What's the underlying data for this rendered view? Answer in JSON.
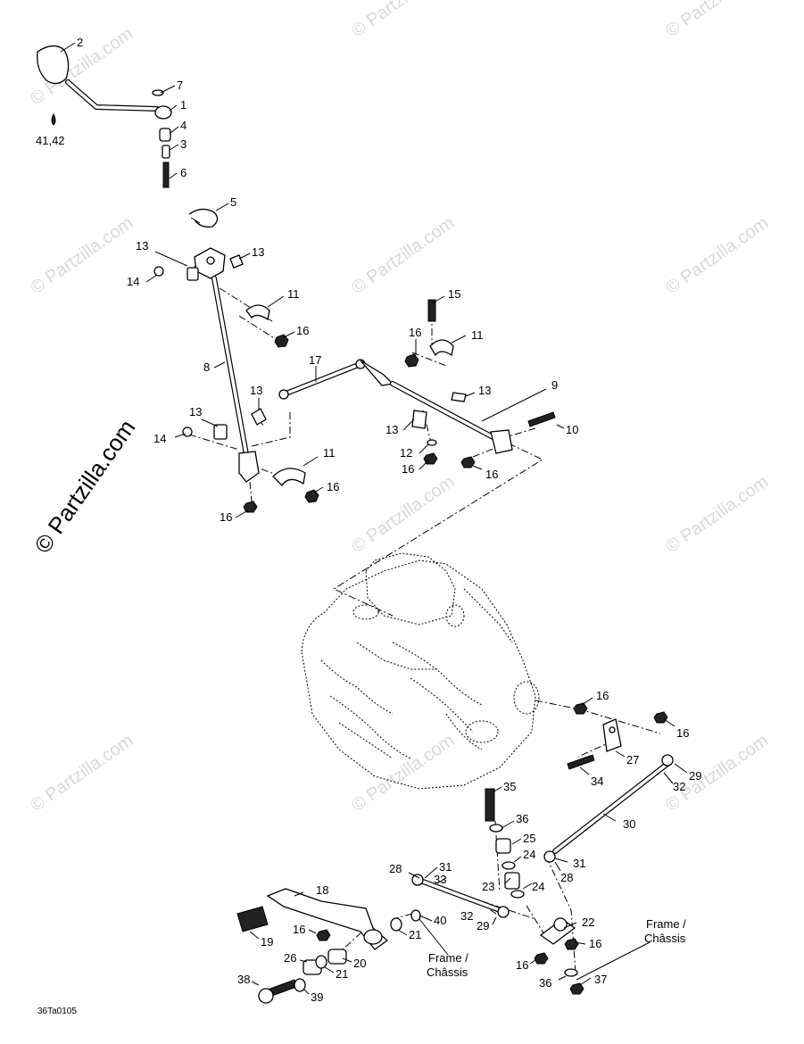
{
  "watermark": {
    "text": "© Partzilla.com",
    "corner_text": "© Partzilla.com"
  },
  "diagram_code": "36Ta0105",
  "frame_label": {
    "line1": "Frame /",
    "line2": "Châssis"
  },
  "callouts": [
    {
      "id": "c2",
      "text": "2"
    },
    {
      "id": "c7",
      "text": "7"
    },
    {
      "id": "c1",
      "text": "1"
    },
    {
      "id": "c4",
      "text": "4"
    },
    {
      "id": "c3",
      "text": "3"
    },
    {
      "id": "c4142",
      "text": "41,42"
    },
    {
      "id": "c6",
      "text": "6"
    },
    {
      "id": "c5",
      "text": "5"
    },
    {
      "id": "c13a",
      "text": "13"
    },
    {
      "id": "c13b",
      "text": "13"
    },
    {
      "id": "c14a",
      "text": "14"
    },
    {
      "id": "c11a",
      "text": "11"
    },
    {
      "id": "c16a",
      "text": "16"
    },
    {
      "id": "c15",
      "text": "15"
    },
    {
      "id": "c16b",
      "text": "16"
    },
    {
      "id": "c11b",
      "text": "11"
    },
    {
      "id": "c8",
      "text": "8"
    },
    {
      "id": "c17",
      "text": "17"
    },
    {
      "id": "c13c",
      "text": "13"
    },
    {
      "id": "c9",
      "text": "9"
    },
    {
      "id": "c13d",
      "text": "13"
    },
    {
      "id": "c13e",
      "text": "13"
    },
    {
      "id": "c13f",
      "text": "13"
    },
    {
      "id": "c10",
      "text": "10"
    },
    {
      "id": "c14b",
      "text": "14"
    },
    {
      "id": "c11c",
      "text": "11"
    },
    {
      "id": "c12",
      "text": "12"
    },
    {
      "id": "c16c",
      "text": "16"
    },
    {
      "id": "c16d",
      "text": "16"
    },
    {
      "id": "c16e",
      "text": "16"
    },
    {
      "id": "c16f",
      "text": "16"
    },
    {
      "id": "c16g",
      "text": "16"
    },
    {
      "id": "c16h",
      "text": "16"
    },
    {
      "id": "c27",
      "text": "27"
    },
    {
      "id": "c29a",
      "text": "29"
    },
    {
      "id": "c34",
      "text": "34"
    },
    {
      "id": "c32a",
      "text": "32"
    },
    {
      "id": "c35",
      "text": "35"
    },
    {
      "id": "c30",
      "text": "30"
    },
    {
      "id": "c36a",
      "text": "36"
    },
    {
      "id": "c25",
      "text": "25"
    },
    {
      "id": "c24a",
      "text": "24"
    },
    {
      "id": "c31a",
      "text": "31"
    },
    {
      "id": "c28a",
      "text": "28"
    },
    {
      "id": "c31b",
      "text": "31"
    },
    {
      "id": "c28b",
      "text": "28"
    },
    {
      "id": "c33",
      "text": "33"
    },
    {
      "id": "c23",
      "text": "23"
    },
    {
      "id": "c24b",
      "text": "24"
    },
    {
      "id": "c18",
      "text": "18"
    },
    {
      "id": "c32b",
      "text": "32"
    },
    {
      "id": "c29b",
      "text": "29"
    },
    {
      "id": "c22",
      "text": "22"
    },
    {
      "id": "c40",
      "text": "40"
    },
    {
      "id": "c19",
      "text": "19"
    },
    {
      "id": "c16i",
      "text": "16"
    },
    {
      "id": "c21a",
      "text": "21"
    },
    {
      "id": "c16j",
      "text": "16"
    },
    {
      "id": "c16k",
      "text": "16"
    },
    {
      "id": "c26",
      "text": "26"
    },
    {
      "id": "c20",
      "text": "20"
    },
    {
      "id": "c21b",
      "text": "21"
    },
    {
      "id": "c38",
      "text": "38"
    },
    {
      "id": "c39",
      "text": "39"
    },
    {
      "id": "c36b",
      "text": "36"
    },
    {
      "id": "c37",
      "text": "37"
    }
  ]
}
